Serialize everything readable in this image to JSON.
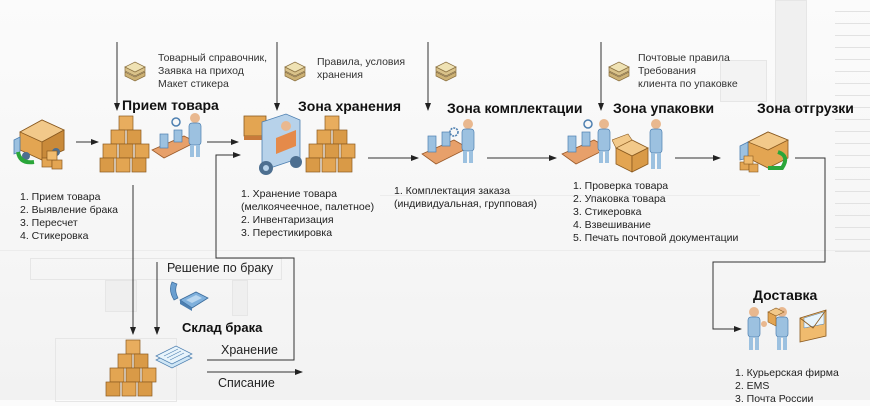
{
  "diagram": {
    "inputs": [
      {
        "id": "priem",
        "lines": [
          "Товарный справочник,",
          "Заявка на приход",
          "Макет стикера"
        ]
      },
      {
        "id": "hranenie",
        "lines": [
          "Правила, условия",
          "хранения"
        ]
      },
      {
        "id": "komplektacia",
        "lines": []
      },
      {
        "id": "upakovka",
        "lines": [
          "Почтовые правила",
          "Требования",
          "клиента по упаковке"
        ]
      }
    ],
    "stages": [
      {
        "id": "priem",
        "title": "Прием товара",
        "steps": [
          "1. Прием товара",
          "2. Выявление брака",
          "3. Пересчет",
          "4. Стикеровка"
        ]
      },
      {
        "id": "hranenie",
        "title": "Зона хранения",
        "steps": [
          "1. Хранение товара",
          "(мелкоячеечное, палетное)",
          "2. Инвентаризация",
          "3. Перестикировка"
        ]
      },
      {
        "id": "komplektacia",
        "title": "Зона комплектации",
        "steps": [
          "1. Комплектация заказа",
          "(индивидуальная, групповая)"
        ]
      },
      {
        "id": "upakovka",
        "title": "Зона упаковки",
        "steps": [
          "1. Проверка товара",
          "2. Упаковка товара",
          "3. Стикеровка",
          "4. Взвешивание",
          "5. Печать почтовой документации"
        ]
      },
      {
        "id": "otgruzka",
        "title": "Зона отгрузки",
        "steps": []
      },
      {
        "id": "dostavka",
        "title": "Доставка",
        "steps": [
          "1. Курьерская фирма",
          "2. EMS",
          "3. Почта России"
        ]
      }
    ],
    "defect": {
      "title": "Склад брака",
      "decision_label": "Решение по браку",
      "storage_label": "Хранение",
      "writeoff_label": "Списание"
    },
    "icons": {
      "document_stack": "document-stack-icon",
      "truck": "delivery-truck-icon",
      "boxes": "box-pile-icon",
      "inspector": "inspection-worker-icon",
      "forklift": "forklift-icon",
      "picker": "picking-worker-icon",
      "packer": "packing-worker-icon",
      "phone": "telephone-icon",
      "papers": "papers-icon",
      "courier": "courier-handover-icon",
      "envelope": "envelope-icon"
    },
    "colors": {
      "box": "#d9a45a",
      "box_dark": "#a86f2a",
      "figure": "#8fb8dc",
      "figure_dark": "#4d7fb0",
      "arrow": "#222222",
      "green_arrow": "#2aa63a",
      "conveyor": "#e08a4e"
    }
  }
}
